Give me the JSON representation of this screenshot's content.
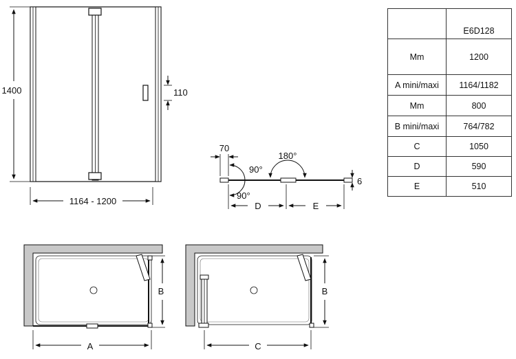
{
  "elevation": {
    "height_label": "1400",
    "width_label": "1164 - 1200",
    "handle_label": "110"
  },
  "plan_detail": {
    "offset_label": "70",
    "angle_open_label": "180°",
    "angle_in_label": "90°",
    "angle_out_label": "90°",
    "thickness_label": "6",
    "d_label": "D",
    "e_label": "E"
  },
  "layouts": {
    "left": {
      "width_label": "A",
      "depth_label": "B"
    },
    "right": {
      "width_label": "C",
      "depth_label": "B"
    }
  },
  "spec_table": {
    "header": [
      "",
      "E6D128"
    ],
    "rows": [
      [
        "Mm",
        "1200"
      ],
      [
        "A mini/maxi",
        "1164/1182"
      ],
      [
        "Mm",
        "800"
      ],
      [
        "B mini/maxi",
        "764/782"
      ],
      [
        "C",
        "1050"
      ],
      [
        "D",
        "590"
      ],
      [
        "E",
        "510"
      ]
    ]
  }
}
